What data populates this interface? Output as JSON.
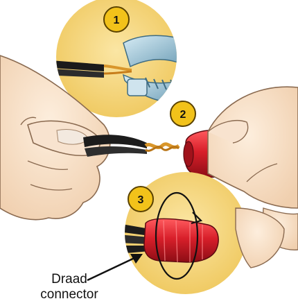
{
  "steps": [
    {
      "number": "1"
    },
    {
      "number": "2"
    },
    {
      "number": "3"
    }
  ],
  "caption": {
    "line1": "Draad",
    "line2": "connector"
  },
  "colors": {
    "badge": "#f2c21a",
    "circle": "#f5d57a",
    "skin": "#f6dcc2",
    "connector_red": "#d21f2a",
    "wire_copper": "#d9962a",
    "cutter_steel": "#9fc6d8"
  },
  "icons": [
    "wire-cutter-icon",
    "rotate-arrow-icon",
    "pointer-arrow-icon"
  ]
}
